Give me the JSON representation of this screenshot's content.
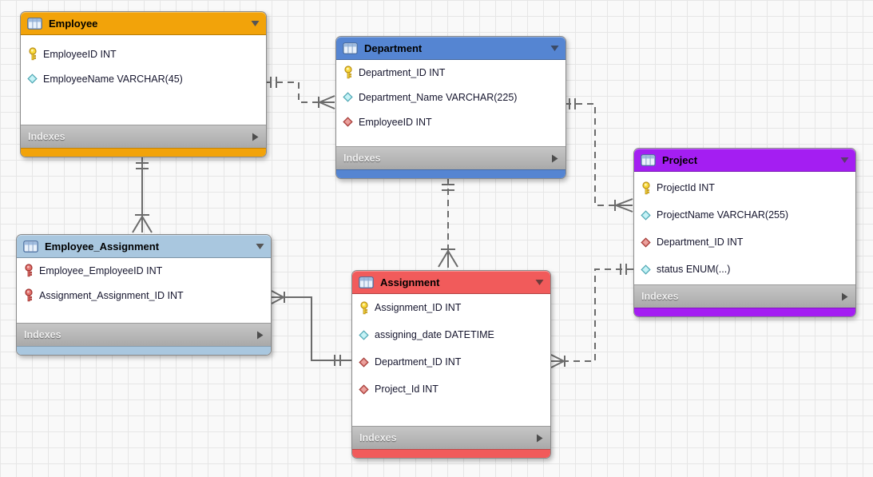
{
  "diagram": {
    "tool": "EER Diagram",
    "tables": [
      {
        "name": "Employee",
        "color": "#F2A30A",
        "footer": "Indexes",
        "fields": [
          {
            "icon": "primary-key",
            "text": "EmployeeID INT"
          },
          {
            "icon": "attribute",
            "text": "EmployeeName VARCHAR(45)"
          }
        ]
      },
      {
        "name": "Department",
        "color": "#5585D2",
        "footer": "Indexes",
        "fields": [
          {
            "icon": "primary-key",
            "text": "Department_ID INT"
          },
          {
            "icon": "attribute",
            "text": "Department_Name VARCHAR(225)"
          },
          {
            "icon": "foreign-key",
            "text": "EmployeeID INT"
          }
        ]
      },
      {
        "name": "Project",
        "color": "#A41EF2",
        "footer": "Indexes",
        "fields": [
          {
            "icon": "primary-key",
            "text": "ProjectId INT"
          },
          {
            "icon": "attribute",
            "text": "ProjectName VARCHAR(255)"
          },
          {
            "icon": "foreign-key",
            "text": "Department_ID INT"
          },
          {
            "icon": "attribute",
            "text": "status ENUM(...)"
          }
        ]
      },
      {
        "name": "Employee_Assignment",
        "color": "#A9C7DF",
        "footer": "Indexes",
        "fields": [
          {
            "icon": "primary-foreign-key",
            "text": "Employee_EmployeeID INT"
          },
          {
            "icon": "primary-foreign-key",
            "text": "Assignment_Assignment_ID INT"
          }
        ]
      },
      {
        "name": "Assignment",
        "color": "#F15B5B",
        "footer": "Indexes",
        "fields": [
          {
            "icon": "primary-key",
            "text": "Assignment_ID INT"
          },
          {
            "icon": "attribute",
            "text": "assigning_date DATETIME"
          },
          {
            "icon": "foreign-key",
            "text": "Department_ID INT"
          },
          {
            "icon": "foreign-key",
            "text": "Project_Id INT"
          }
        ]
      }
    ],
    "relationships": [
      {
        "from": "Employee",
        "to": "Department",
        "line": "dashed",
        "type": "non-identifying",
        "cardinality": "one-to-many",
        "one_end": "Employee",
        "many_end": "Department"
      },
      {
        "from": "Employee",
        "to": "Employee_Assignment",
        "line": "solid",
        "type": "identifying",
        "cardinality": "one-to-many",
        "one_end": "Employee",
        "many_end": "Employee_Assignment"
      },
      {
        "from": "Department",
        "to": "Assignment",
        "line": "dashed",
        "type": "non-identifying",
        "cardinality": "one-to-many",
        "one_end": "Department",
        "many_end": "Assignment"
      },
      {
        "from": "Department",
        "to": "Project",
        "line": "dashed",
        "type": "non-identifying",
        "cardinality": "one-to-many",
        "one_end": "Department",
        "many_end": "Project"
      },
      {
        "from": "Assignment",
        "to": "Employee_Assignment",
        "line": "solid",
        "type": "identifying",
        "cardinality": "one-to-many",
        "one_end": "Assignment",
        "many_end": "Employee_Assignment"
      },
      {
        "from": "Project",
        "to": "Assignment",
        "line": "dashed",
        "type": "non-identifying",
        "cardinality": "one-to-many",
        "one_end": "Project",
        "many_end": "Assignment"
      }
    ]
  }
}
